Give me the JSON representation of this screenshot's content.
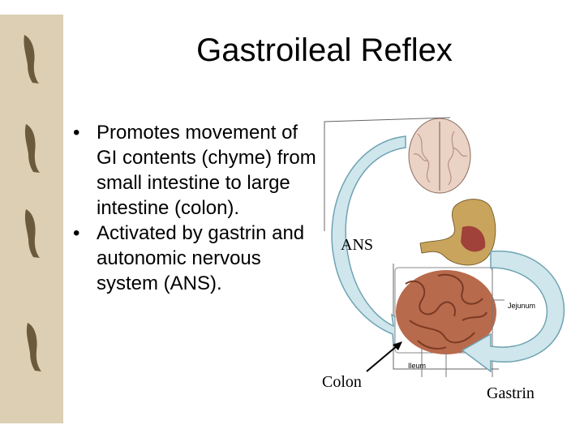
{
  "slide": {
    "title": "Gastroileal Reflex",
    "bullets": [
      {
        "marker": "•",
        "text": "Promotes movement of GI contents (chyme) from small intestine to large intestine (colon)."
      },
      {
        "marker": "•",
        "text": "Activated by gastrin and autonomic nervous system (ANS)."
      }
    ]
  },
  "figure": {
    "labels": {
      "ans": "ANS",
      "colon": "Colon",
      "gastrin": "Gastrin",
      "jejunum": "Jejunum",
      "ileum": "Ileum"
    },
    "colors": {
      "arrow_fill": "#cfe6ec",
      "arrow_stroke": "#6fa3b3",
      "brain": "#ead2c5",
      "intestine": "#b86a4c",
      "stomach": "#c9a45c",
      "border": "#dccfb3"
    }
  }
}
